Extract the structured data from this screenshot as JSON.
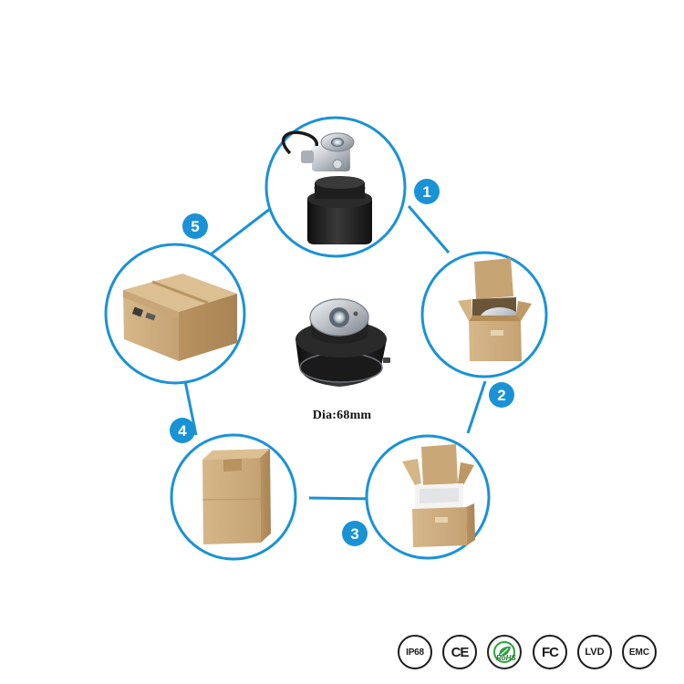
{
  "product": {
    "dimension_label": "Dia:68mm",
    "items": [
      {
        "label": "1",
        "content": "fixture-with-cable"
      },
      {
        "label": "2",
        "content": "fixture-in-open-inner-box"
      },
      {
        "label": "3",
        "content": "open-inner-box"
      },
      {
        "label": "4",
        "content": "closed-inner-box"
      },
      {
        "label": "5",
        "content": "outer-carton"
      }
    ]
  },
  "certifications": [
    "IP68",
    "CE",
    "RoHS",
    "FC",
    "LVD",
    "EMC"
  ],
  "colors": {
    "accent": "#1a92d6",
    "line": "#1a92d6",
    "cardboard": "#c9a87a",
    "fixture_black": "#1c1c1c",
    "steel": "#c8ccd0"
  }
}
